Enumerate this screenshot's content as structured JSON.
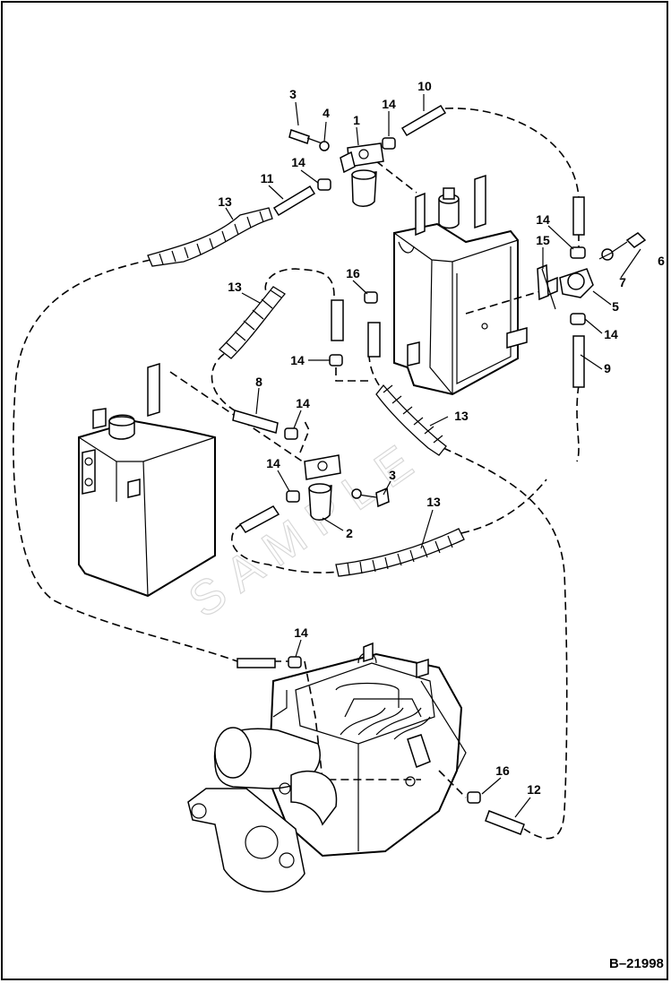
{
  "figure": {
    "reference": "B–21998"
  },
  "callouts": {
    "c1": "1",
    "c2": "2",
    "c3a": "3",
    "c3b": "3",
    "c4": "4",
    "c5": "5",
    "c6": "6",
    "c7": "7",
    "c8": "8",
    "c9": "9",
    "c10": "10",
    "c11": "11",
    "c12": "12",
    "c13a": "13",
    "c13b": "13",
    "c13c": "13",
    "c13d": "13",
    "c14a": "14",
    "c14b": "14",
    "c14c": "14",
    "c14d": "14",
    "c14e": "14",
    "c14f": "14",
    "c14g": "14",
    "c14h": "14",
    "c15": "15",
    "c16a": "16",
    "c16b": "16"
  },
  "colors": {
    "line": "#000000",
    "background": "#ffffff"
  }
}
